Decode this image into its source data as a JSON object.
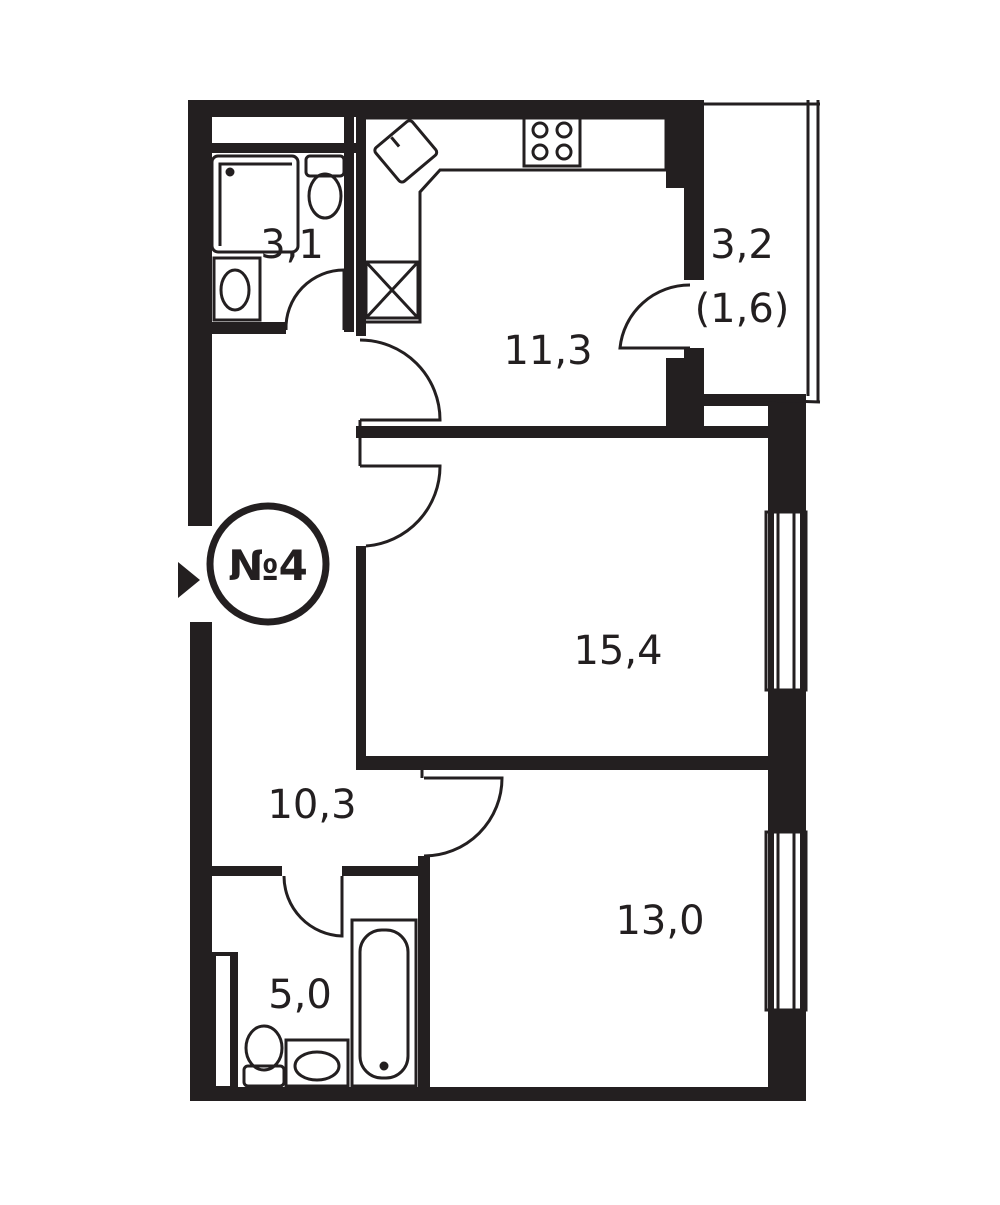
{
  "apartment": {
    "number_label": "№4"
  },
  "rooms": {
    "bathroom_top": {
      "area": "3,1"
    },
    "kitchen": {
      "area": "11,3"
    },
    "balcony": {
      "area": "3,2",
      "reduced_area": "(1,6)"
    },
    "living_room": {
      "area": "15,4"
    },
    "hallway": {
      "area": "10,3"
    },
    "bedroom": {
      "area": "13,0"
    },
    "bathroom_bottom": {
      "area": "5,0"
    }
  },
  "colors": {
    "wall": "#231f20",
    "background": "#ffffff"
  }
}
